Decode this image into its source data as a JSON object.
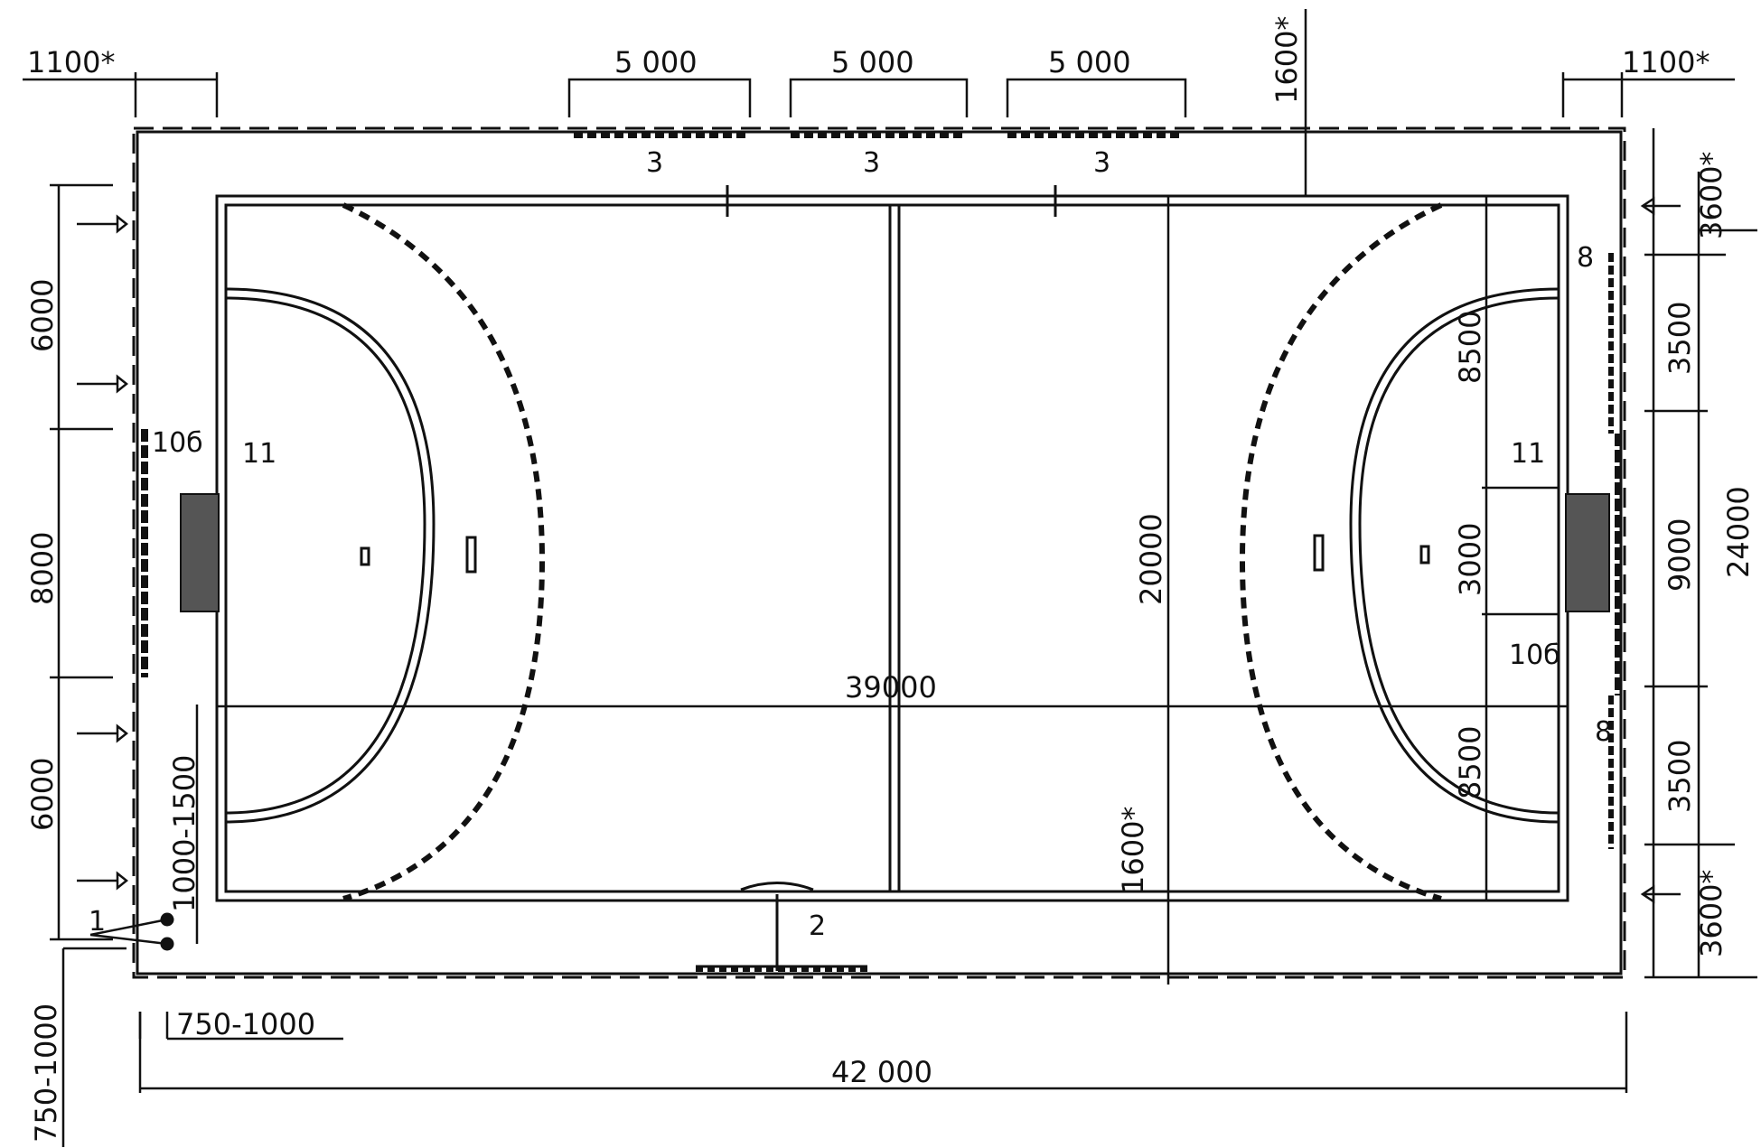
{
  "drawing": {
    "dims": {
      "top_left_margin": "1100*",
      "top_right_margin": "1100*",
      "bench_len_1": "5 000",
      "bench_len_2": "5 000",
      "bench_len_3": "5 000",
      "top_gap": "1600*",
      "bottom_gap": "1600*",
      "field_width": "20000",
      "field_length": "39000",
      "total_length": "42 000",
      "left_bottom_offset": "750-1000",
      "left_bottom_offset_v": "750-1000",
      "left_marker_offset": "1000-1500",
      "left_seg_top": "6000",
      "left_seg_mid": "8000",
      "left_seg_bot": "6000",
      "right_top_3600": "3600*",
      "right_bot_3600": "3600*",
      "right_3500_top": "3500",
      "right_9000": "9000",
      "right_3500_bot": "3500",
      "right_total": "24000",
      "inner_8500_top": "8500",
      "inner_3000": "3000",
      "inner_8500_bot": "8500"
    },
    "labels": {
      "bench_1": "3",
      "bench_2": "3",
      "bench_3": "3",
      "markers": "1",
      "table": "2",
      "goal_left": "11",
      "goal_right": "11",
      "net_left": "10б",
      "net_right": "10б",
      "screen_top": "8",
      "screen_bot": "8"
    }
  }
}
